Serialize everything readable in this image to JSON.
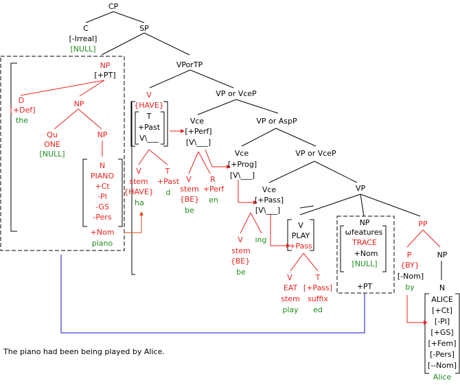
{
  "diagram": {
    "type": "syntax-tree",
    "sentence": "The piano had been being played by Alice.",
    "nodes": {
      "cp": "CP",
      "c": "C",
      "c_feat": "[-Irreal]",
      "c_null": "[NULL]",
      "sp": "SP",
      "np_subj": "NP",
      "np_subj_pt": "[+PT]",
      "d": "D",
      "d_feat": "[+Def]",
      "d_word": "the",
      "np_inner": "NP",
      "qu": "Qu",
      "qu_one": "ONE",
      "qu_null": "[NULL]",
      "np_n": "NP",
      "n": "N",
      "n_piano": "PIANO",
      "n_ct": "+Ct",
      "n_pl": "-Pl",
      "n_gs": "-GS",
      "n_pers": "-Pers",
      "n_nom": "+Nom",
      "n_word": "piano",
      "vportp": "VPorTP",
      "v_have": "V",
      "have": "{HAVE}",
      "have_t": "T",
      "have_past": "+Past",
      "have_slot": "V\\___",
      "v_stem_v": "V",
      "v_stem": "stem",
      "v_stem_have": "{HAVE}",
      "v_stem_word": "ha",
      "t_past": "T",
      "t_past_feat": "+Past",
      "t_past_word": "d",
      "vp_vcep_1": "VP or VceP",
      "vce_perf": "Vce",
      "perf": "[+Perf]",
      "perf_slot": "[V\\___]",
      "be1_v": "V",
      "be1_stem": "stem",
      "be1_be": "{BE}",
      "be1_word": "be",
      "r": "R",
      "r_feat": "+Perf",
      "r_word": "en",
      "vp_aspp": "VP or AspP",
      "vce_prog": "Vce",
      "prog": "[+Prog]",
      "prog_slot": "[V\\___]",
      "vp_vcep_2": "VP or VceP",
      "vce_pass": "Vce",
      "pass": "[+Pass]",
      "pass_slot": "[V\\___]",
      "be2_v": "V",
      "be2_stem": "stem",
      "be2_be": "{BE}",
      "be2_word": "be",
      "ing": "ing",
      "vp": "VP",
      "play_v": "V",
      "play": "PLAY",
      "play_pass": "+Pass",
      "eat_v": "V",
      "eat": "EAT",
      "eat_stem": "stem",
      "eat_word": "play",
      "sfx_t": "T",
      "sfx_pass": "[+Pass]",
      "sfx": "suffix",
      "sfx_word": "ed",
      "trace_np": "NP",
      "trace_phi": "ωfeatures",
      "trace": "TRACE",
      "trace_nom": "+Nom",
      "trace_null": "[NULL]",
      "trace_pt": "+PT",
      "pp": "PP",
      "p": "P",
      "p_by": "{BY}",
      "p_nom": "[-Nom]",
      "p_word": "by",
      "np_obj": "NP",
      "n_obj": "N",
      "alice": "ALICE",
      "alice_ct": "[+Ct]",
      "alice_pl": "[-Pl]",
      "alice_gs": "[+GS]",
      "alice_fem": "[+Fem]",
      "alice_pers": "[-Pers]",
      "alice_nom": "[--Nom]",
      "alice_word": "Alice"
    },
    "colors": {
      "red": "#e8221e",
      "green": "#1e8c1e",
      "black": "#000000",
      "movement_line": "#1010c0",
      "subtree_line": "#d84a1a"
    }
  }
}
